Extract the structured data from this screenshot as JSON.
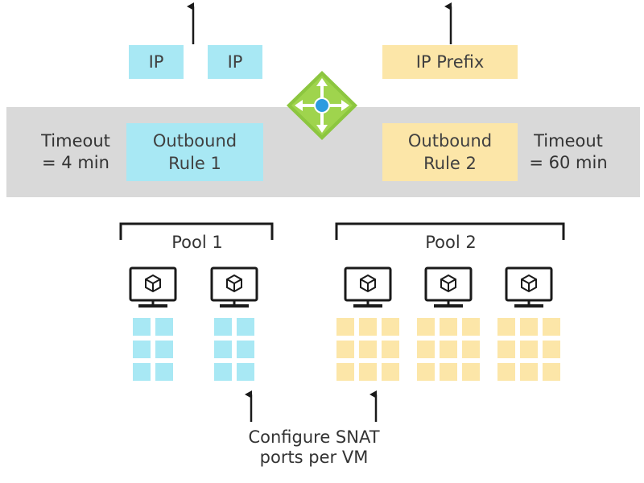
{
  "top_addresses": {
    "ip_1": "IP",
    "ip_2": "IP",
    "ip_prefix": "IP Prefix"
  },
  "rules": {
    "rule_1": {
      "line1": "Outbound",
      "line2": "Rule 1",
      "timeout_line1": "Timeout",
      "timeout_line2": "= 4 min"
    },
    "rule_2": {
      "line1": "Outbound",
      "line2": "Rule 2",
      "timeout_line1": "Timeout",
      "timeout_line2": "= 60 min"
    }
  },
  "pools": {
    "pool_1": {
      "label": "Pool 1",
      "vm_count": 2,
      "color": "#a8e8f4"
    },
    "pool_2": {
      "label": "Pool 2",
      "vm_count": 3,
      "color": "#fce6a8"
    }
  },
  "snat_note": {
    "line1": "Configure SNAT",
    "line2": "ports per VM"
  },
  "colors": {
    "ip_blue": "#a8e8f4",
    "prefix_yellow": "#fce6a8",
    "band_gray": "#d9d9d9",
    "load_balancer_green": "#8cc63f",
    "load_balancer_center": "#2c9be0"
  },
  "icons": {
    "load_balancer": "load-balancer-icon",
    "vm": "virtual-machine-icon"
  }
}
